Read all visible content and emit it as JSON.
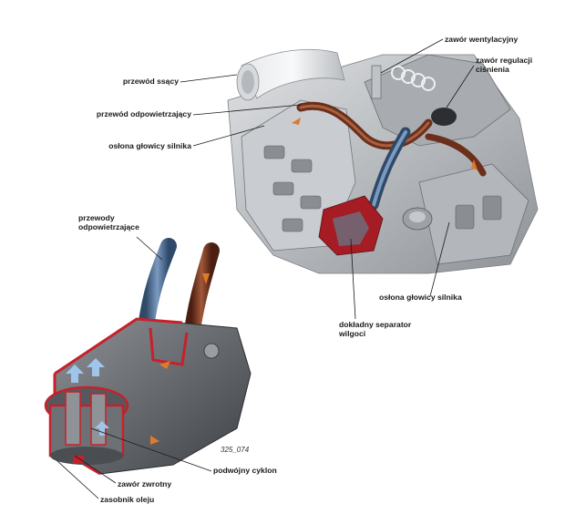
{
  "labels": {
    "przewod_ssacy": "przewód ssący",
    "przewod_odpowietrzajacy": "przewód odpowietrzający",
    "oslona_glowicy_top": "osłona głowicy silnika",
    "zawor_wentylacyjny": "zawór wentylacyjny",
    "zawor_regulacji_line1": "zawór regulacji",
    "zawor_regulacji_line2": "ciśnienia",
    "przewody_line1": "przewody",
    "przewody_line2": "odpowietrzające",
    "oslona_glowicy_right": "osłona głowicy silnika",
    "separator_line1": "dokładny separator",
    "separator_line2": "wilgoci",
    "podwojny_cyklon": "podwójny cyklon",
    "zawor_zwrotny": "zawór zwrotny",
    "zasobnik_oleju": "zasobnik oleju"
  },
  "figure_id": "325_074",
  "colors": {
    "engine_grey": "#b9bcc0",
    "engine_dark": "#6f7378",
    "hose_brown": "#7a3a22",
    "hose_blue": "#3f5a7a",
    "housing_red": "#c8202a",
    "flow_orange": "#e07a2a",
    "flow_blue": "#7fb3e0"
  }
}
